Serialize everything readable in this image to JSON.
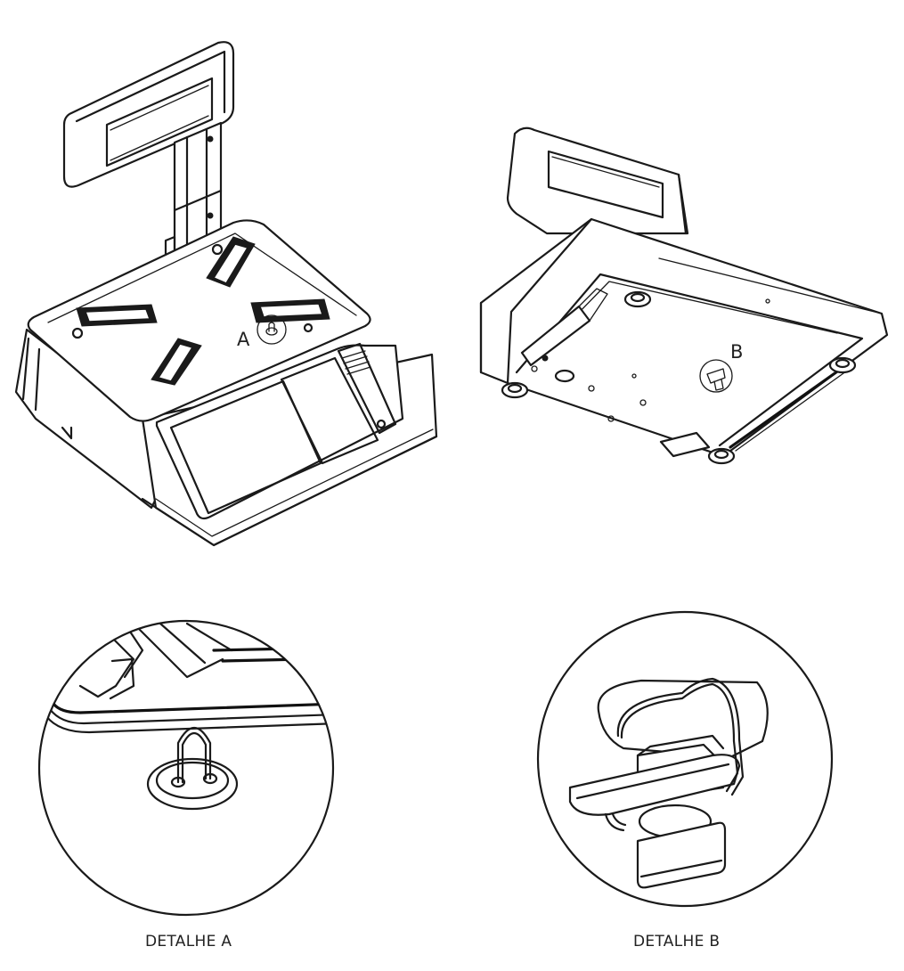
{
  "callouts": {
    "a": "A",
    "b": "B"
  },
  "captions": {
    "detail_a": "DETALHE A",
    "detail_b": "DETALHE B"
  }
}
